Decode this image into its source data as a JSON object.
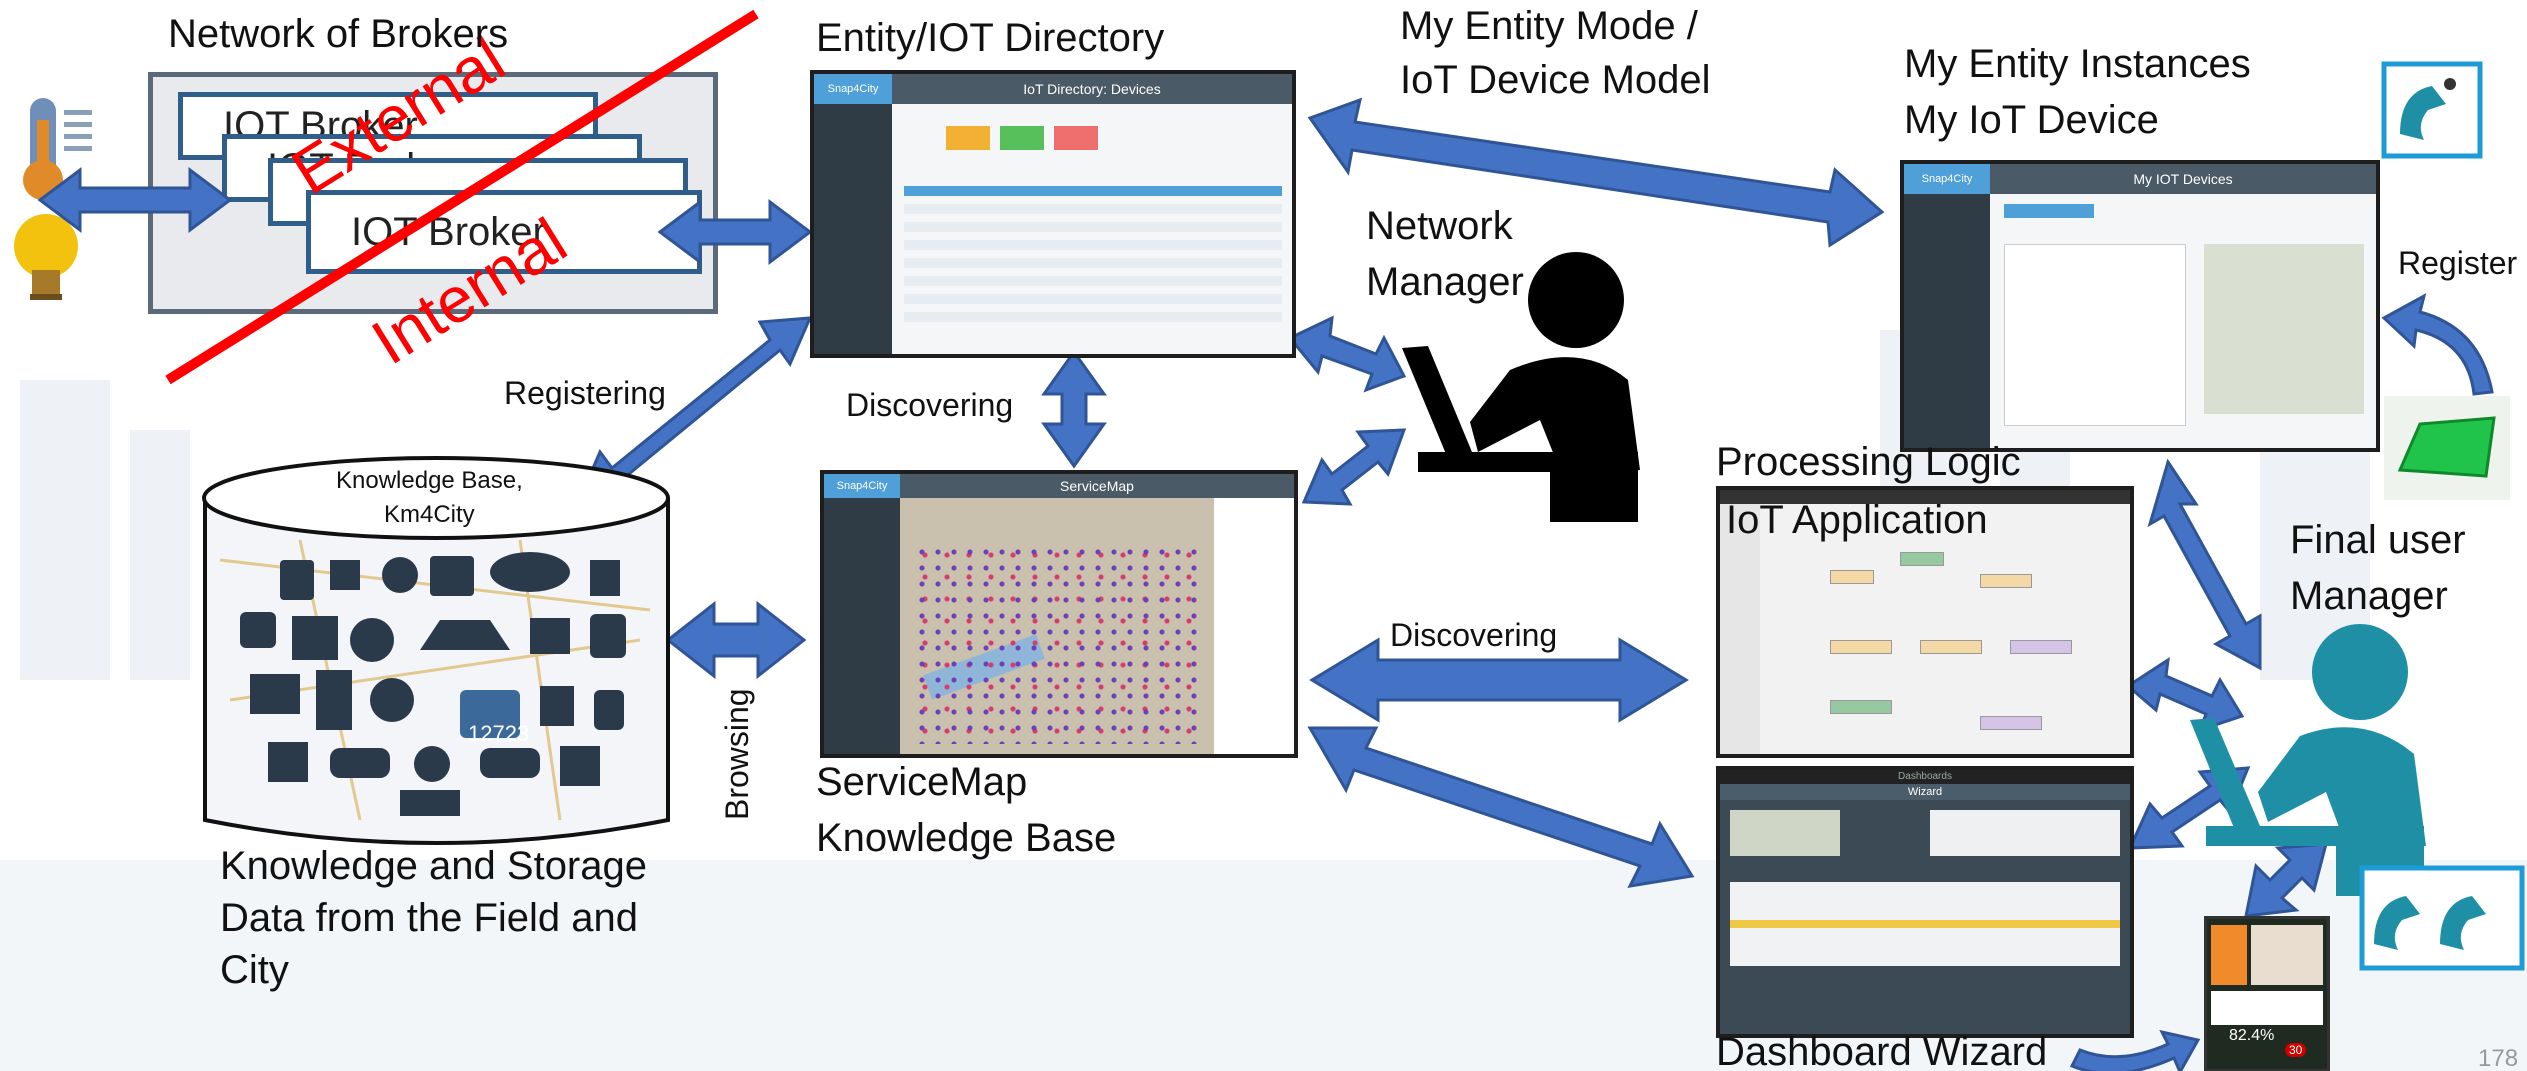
{
  "labels": {
    "network_of_brokers": "Network of Brokers",
    "iot_broker": "IOT Broker",
    "external": "External",
    "internal": "Internal",
    "entity_directory": "Entity/IOT Directory",
    "entity_mode_1": "My Entity Mode /",
    "entity_mode_2": "IoT Device Model",
    "instances_1": "My Entity Instances",
    "instances_2": "My IoT Device",
    "register": "Register",
    "network_manager_1": "Network",
    "network_manager_2": "Manager",
    "registering": "Registering",
    "discovering_1": "Discovering",
    "discovering_2": "Discovering",
    "browsing": "Browsing",
    "kb_title_1": "Knowledge Base,",
    "kb_title_2": "Km4City",
    "kb_caption_1": "Knowledge and Storage",
    "kb_caption_2": "Data from the Field and",
    "kb_caption_3": "City",
    "servicemap_1": "ServiceMap",
    "servicemap_2": "Knowledge Base",
    "processing_1": "Processing Logic",
    "processing_2": "IoT Application",
    "final_user_1": "Final user",
    "final_user_2": "Manager",
    "dashboard_wizard": "Dashboard Wizard",
    "kb_panel_value": "12723",
    "page_number": "178"
  },
  "screenshots": {
    "directory": {
      "app": "Snap4City",
      "title": "IoT Directory: Devices"
    },
    "my_devices": {
      "app": "Snap4City",
      "title": "My IOT Devices"
    },
    "servicemap": {
      "app": "Snap4City",
      "title": "ServiceMap"
    },
    "wizard": {
      "title": "Wizard",
      "tab": "Dashboards"
    },
    "mobile": {
      "value_1": "82.4%",
      "value_2": "30"
    }
  },
  "colors": {
    "arrow_fill": "#4472c4",
    "arrow_stroke": "#2f5597",
    "strike": "#ff0000",
    "final_user": "#1f8fa6",
    "network_manager": "#000000"
  }
}
